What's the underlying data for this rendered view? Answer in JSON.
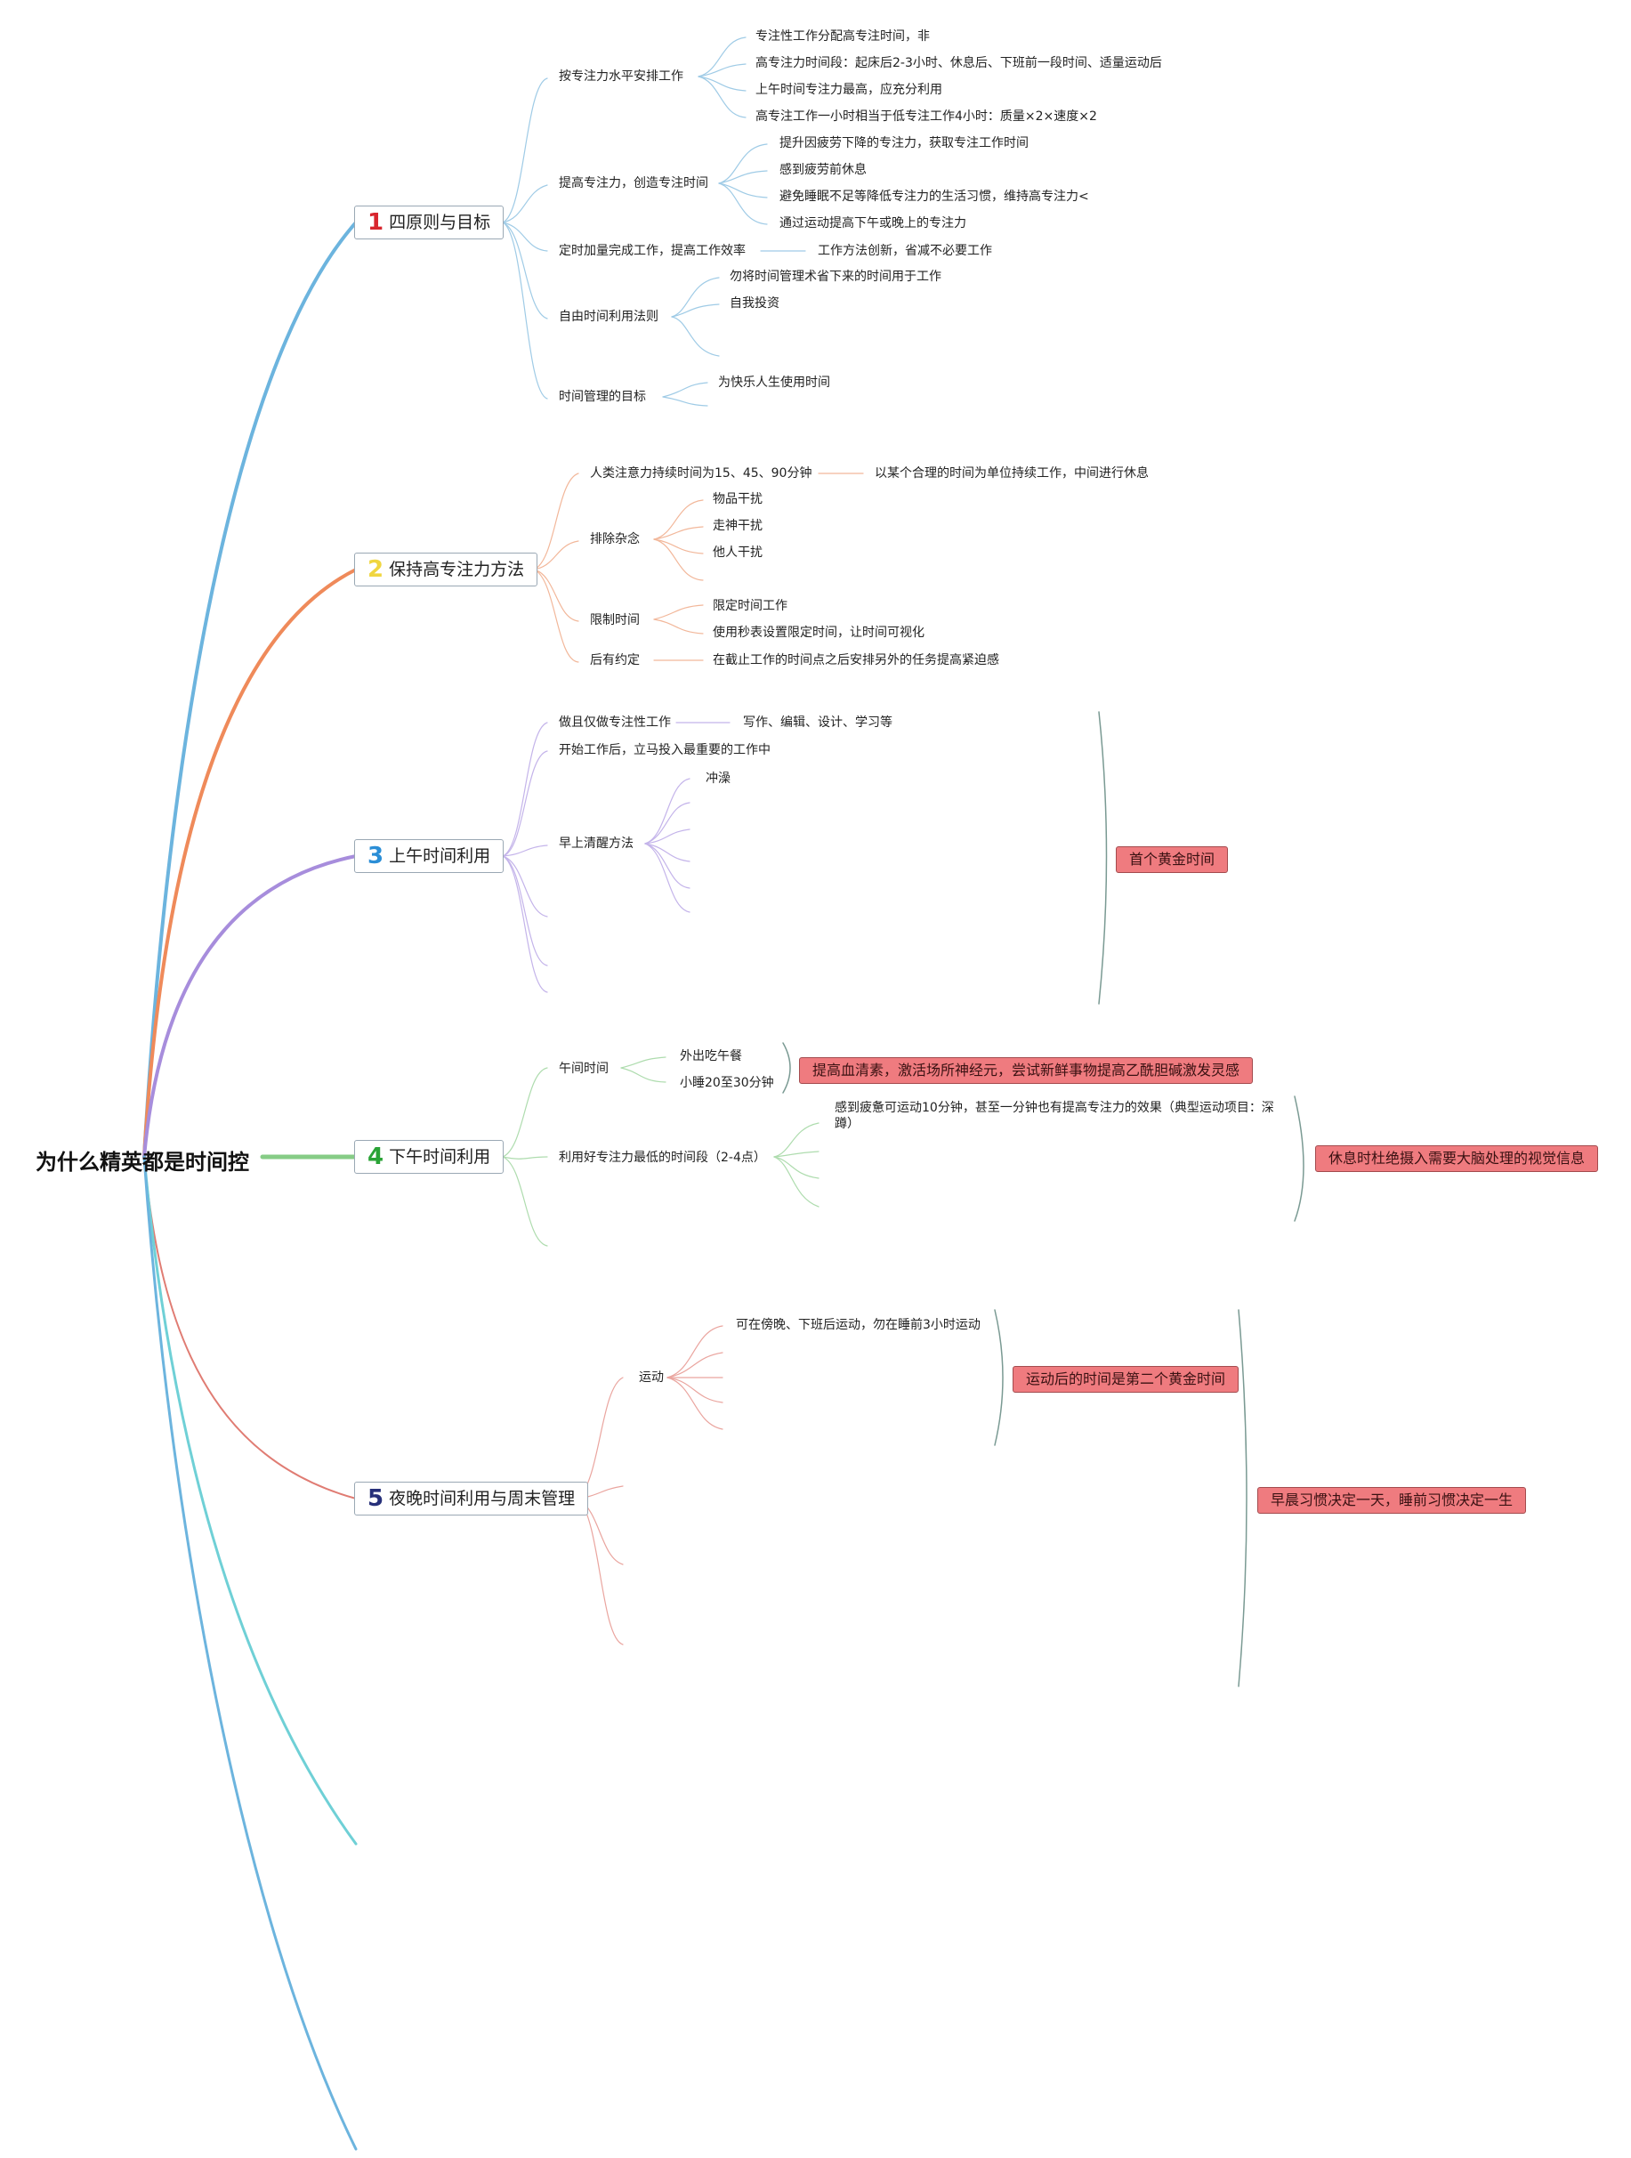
{
  "root": "为什么精英都是时间控",
  "colors": {
    "blue": "#6cb4de",
    "orange": "#ef8a5a",
    "purple": "#a78ddc",
    "green": "#86cc86",
    "red": "#e07c73",
    "cyan": "#6fd0d6",
    "bracket": "#7a9a93",
    "callout": "#ef7b7f",
    "num1": "#d8262e",
    "num2": "#f0d640",
    "num3": "#2b8ed6",
    "num4": "#2aa336",
    "num5": "#27307a"
  },
  "topics": [
    {
      "num": "1",
      "label": "四原则与目标",
      "children": [
        {
          "label": "按专注力水平安排工作",
          "children": [
            "专注性工作分配高专注时间，非",
            "高专注力时间段：起床后2-3小时、休息后、下班前一段时间、适量运动后",
            "上午时间专注力最高，应充分利用",
            "高专注工作一小时相当于低专注工作4小时：质量×2×速度×2"
          ]
        },
        {
          "label": "提高专注力，创造专注时间",
          "children": [
            "提升因疲劳下降的专注力，获取专注工作时间",
            "感到疲劳前休息",
            "避免睡眠不足等降低专注力的生活习惯，维持高专注力<",
            "通过运动提高下午或晚上的专注力"
          ]
        },
        {
          "label": "定时加量完成工作，提高工作效率",
          "children": [
            "工作方法创新，省减不必要工作"
          ]
        },
        {
          "label": "自由时间利用法则",
          "children": [
            "勿将时间管理术省下来的时间用于工作",
            "自我投资"
          ]
        },
        {
          "label": "时间管理的目标",
          "children": [
            "为快乐人生使用时间"
          ]
        }
      ]
    },
    {
      "num": "2",
      "label": "保持高专注力方法",
      "children": [
        {
          "label": "人类注意力持续时间为15、45、90分钟",
          "children": [
            "以某个合理的时间为单位持续工作，中间进行休息"
          ]
        },
        {
          "label": "排除杂念",
          "children": [
            "物品干扰",
            "走神干扰",
            "他人干扰"
          ]
        },
        {
          "label": "限制时间",
          "children": [
            "限定时间工作",
            "使用秒表设置限定时间，让时间可视化"
          ]
        },
        {
          "label": "后有约定",
          "children": [
            "在截止工作的时间点之后安排另外的任务提高紧迫感"
          ]
        }
      ]
    },
    {
      "num": "3",
      "label": "上午时间利用",
      "children": [
        {
          "label": "做且仅做专注性工作",
          "children": [
            "写作、编辑、设计、学习等"
          ]
        },
        {
          "label": "开始工作后，立马投入最重要的工作中"
        },
        {
          "label": "早上清醒方法",
          "children": [
            "冲澡"
          ]
        }
      ],
      "callout": "首个黄金时间"
    },
    {
      "num": "4",
      "label": "下午时间利用",
      "children": [
        {
          "label": "午间时间",
          "children": [
            "外出吃午餐",
            "小睡20至30分钟"
          ],
          "callout": "提高血清素，激活场所神经元，尝试新鲜事物提高乙酰胆碱激发灵感"
        },
        {
          "label": "利用好专注力最低的时间段（2-4点）",
          "children": [
            "感到疲惫可运动10分钟，甚至一分钟也有提高专注力的效果（典型运动项目：深蹲）"
          ],
          "callout": "休息时杜绝摄入需要大脑处理的视觉信息"
        }
      ]
    },
    {
      "num": "5",
      "label": "夜晚时间利用与周末管理",
      "children": [
        {
          "label": "运动",
          "children": [
            "可在傍晚、下班后运动，勿在睡前3小时运动"
          ],
          "callout": "运动后的时间是第二个黄金时间"
        }
      ],
      "callout": "早晨习惯决定一天，睡前习惯决定一生"
    }
  ]
}
